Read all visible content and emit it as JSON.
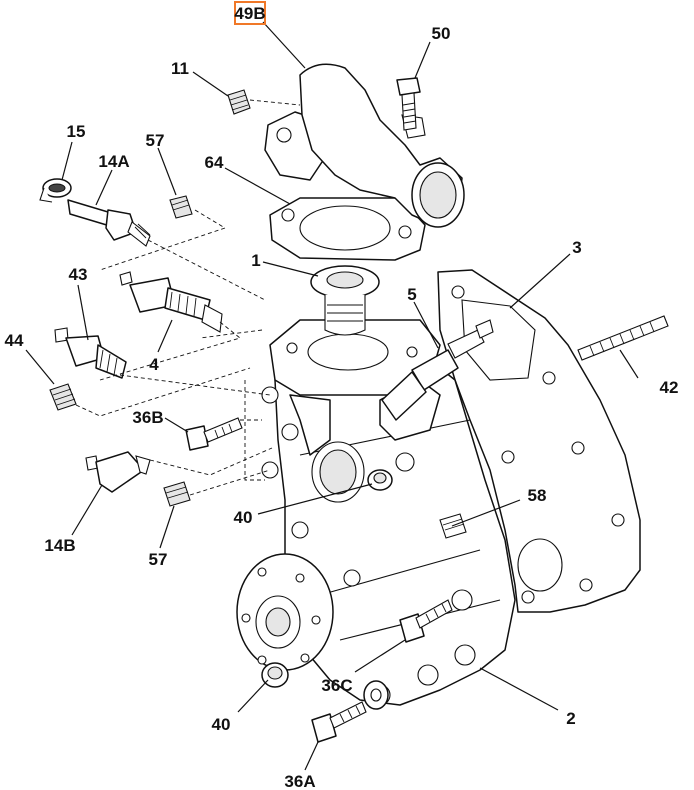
{
  "diagram": {
    "highlight_color": "#f07828",
    "ink_color": "#111111",
    "highlighted_label": "49B",
    "labels": {
      "l49b": "49B",
      "l50": "50",
      "l11": "11",
      "l15": "15",
      "l57a": "57",
      "l14a": "14A",
      "l64": "64",
      "l43": "43",
      "l1": "1",
      "l3": "3",
      "l5": "5",
      "l44": "44",
      "l4": "4",
      "l42": "42",
      "l36b": "36B",
      "l40a": "40",
      "l58": "58",
      "l14b": "14B",
      "l57b": "57",
      "l36c": "36C",
      "l2": "2",
      "l40b": "40",
      "l36a": "36A"
    }
  }
}
